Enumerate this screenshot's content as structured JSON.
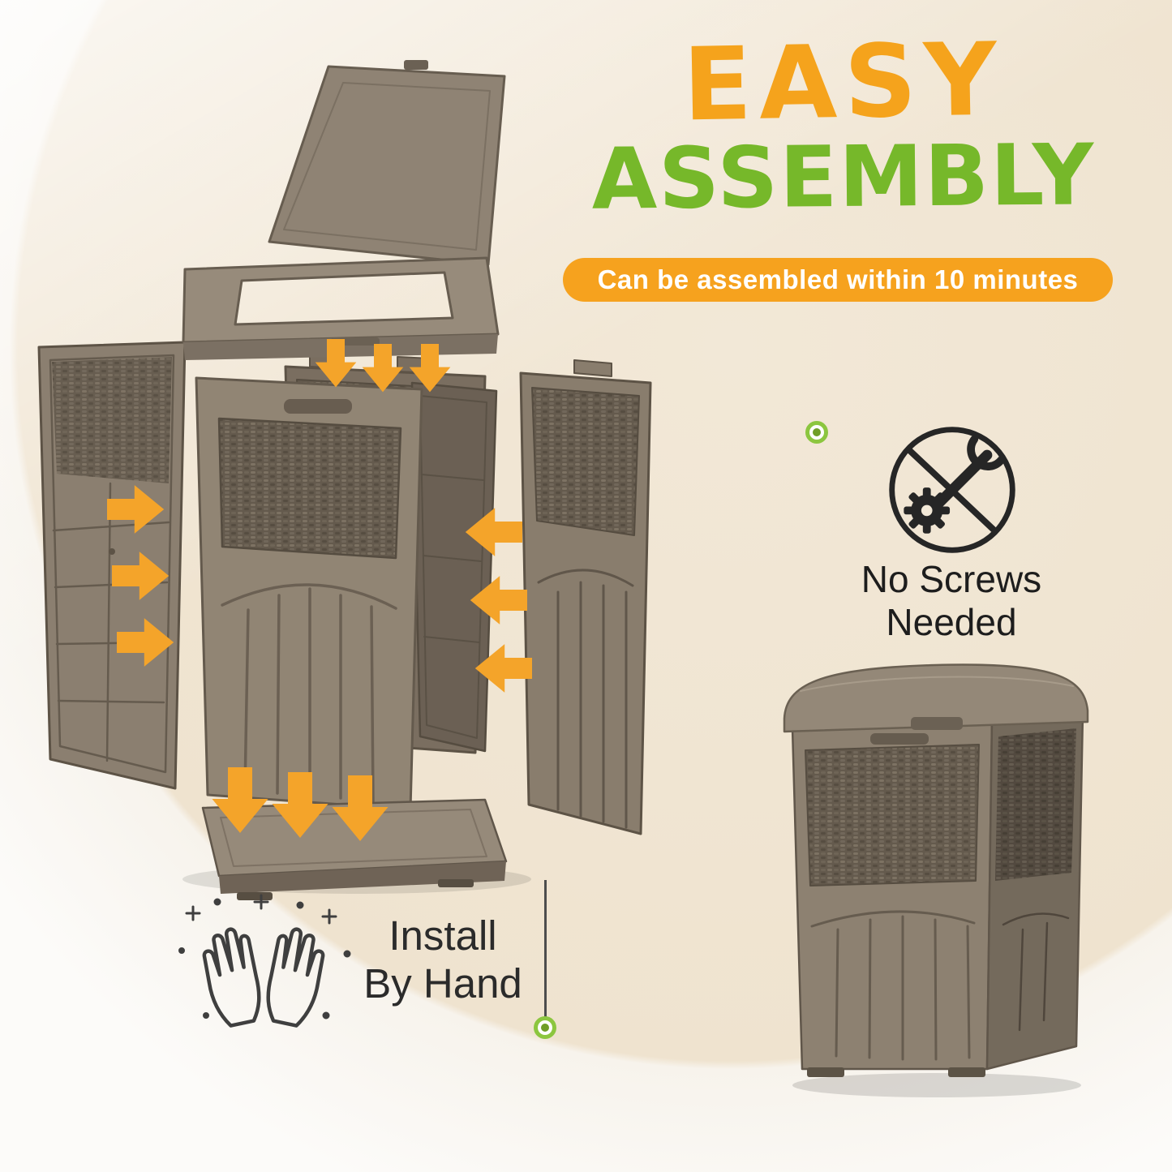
{
  "title": {
    "word1": "EASY",
    "word2": "ASSEMBLY"
  },
  "banner": {
    "text": "Can be assembled within 10 minutes"
  },
  "callouts": {
    "no_screws": {
      "line1": "No Screws",
      "line2": "Needed"
    },
    "install": {
      "line1": "Install",
      "line2": "By Hand"
    }
  },
  "icons": {
    "no_screws": "gear-with-wrench-crossed-out-icon",
    "install": "clapping-hands-with-sparkles-icon",
    "arrows": "orange-assembly-direction-arrows",
    "connectors": "green-dot-connector"
  },
  "colors": {
    "title_orange": "#F5A31C",
    "title_green": "#76B82A",
    "banner_bg": "#F6A21E",
    "banner_text": "#FFFFFF",
    "arrow_orange": "#F4A42A",
    "text_dark": "#1D1D1D",
    "product_brown": "#8C8070"
  }
}
